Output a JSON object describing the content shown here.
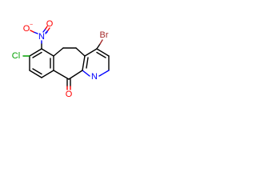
{
  "molecule": {
    "atoms": {
      "nitro_n": {
        "label": "N",
        "charge": "+",
        "color": "#0000ff"
      },
      "nitro_o_single": {
        "label": "O",
        "charge": "−",
        "color": "#ff0000"
      },
      "nitro_o_double": {
        "label": "O",
        "color": "#ff0000"
      },
      "chlorine": {
        "label": "Cl",
        "color": "#00a000"
      },
      "bromine": {
        "label": "Br",
        "color": "#a52a2a"
      },
      "pyridine_n": {
        "label": "N",
        "color": "#0000ff"
      },
      "ketone_o": {
        "label": "O",
        "color": "#ff0000"
      }
    }
  }
}
